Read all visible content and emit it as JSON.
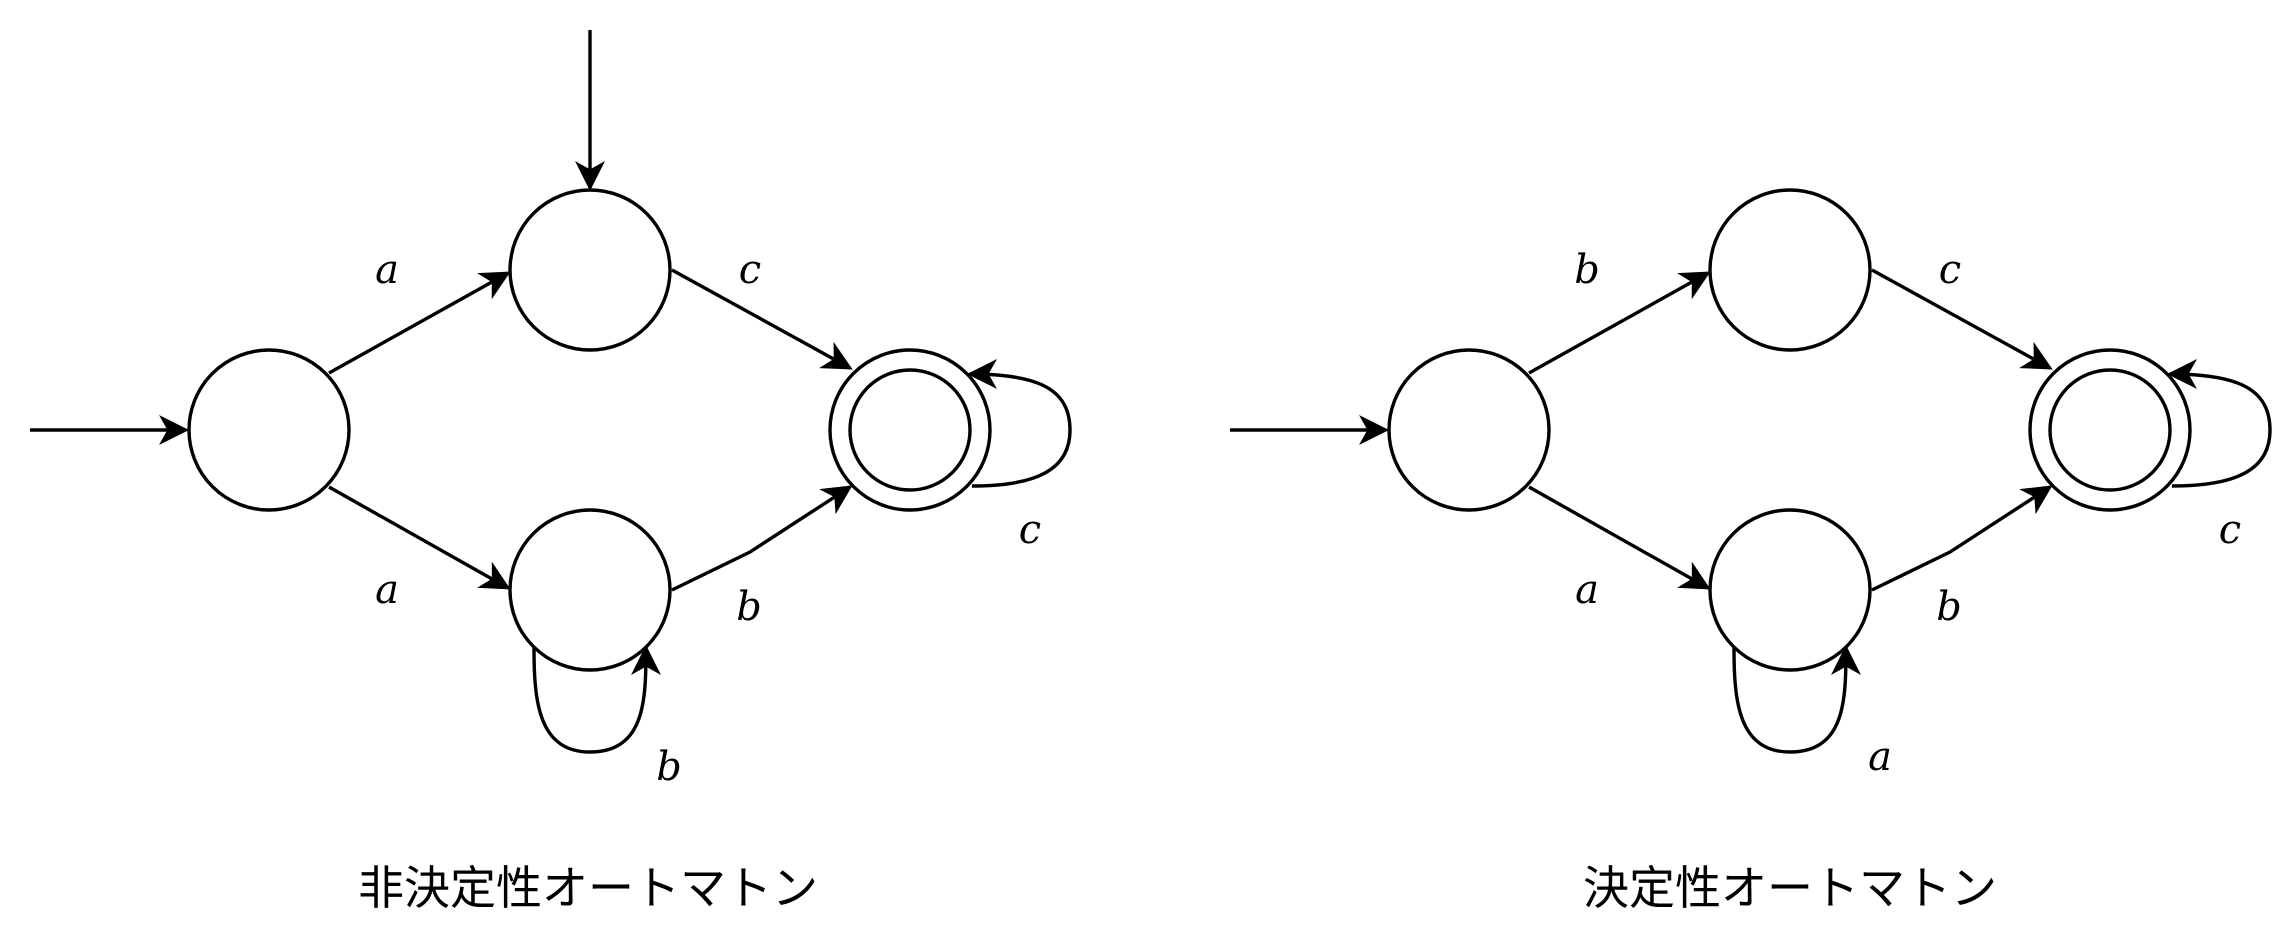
{
  "diagrams": [
    {
      "caption": "非決定性オートマトン",
      "labels": {
        "top_in": "a",
        "top_out": "c",
        "bottom_in": "a",
        "bottom_out": "b",
        "bottom_loop": "b",
        "final_loop": "c"
      }
    },
    {
      "caption": "決定性オートマトン",
      "labels": {
        "top_in": "b",
        "top_out": "c",
        "bottom_in": "a",
        "bottom_out": "b",
        "bottom_loop": "a",
        "final_loop": "c"
      }
    }
  ]
}
